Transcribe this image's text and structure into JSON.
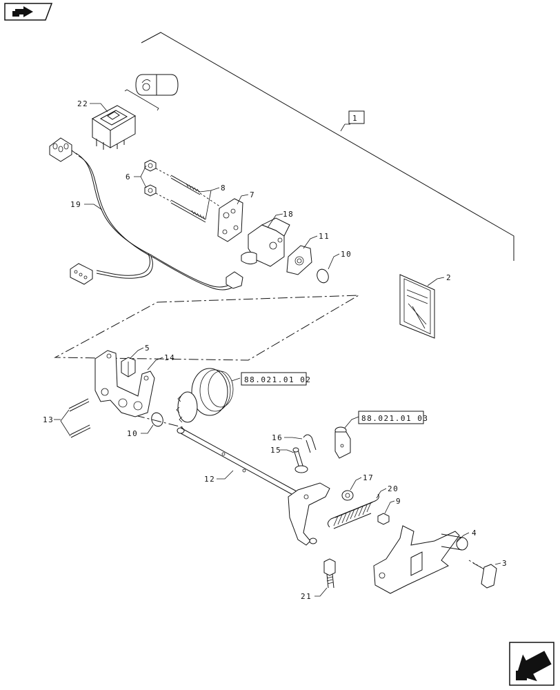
{
  "callouts": [
    {
      "id": "c1",
      "text": "1"
    },
    {
      "id": "c2",
      "text": "2"
    },
    {
      "id": "c3",
      "text": "3"
    },
    {
      "id": "c4",
      "text": "4"
    },
    {
      "id": "c5",
      "text": "5"
    },
    {
      "id": "c6",
      "text": "6"
    },
    {
      "id": "c7",
      "text": "7"
    },
    {
      "id": "c8",
      "text": "8"
    },
    {
      "id": "c9",
      "text": "9"
    },
    {
      "id": "c10a",
      "text": "10"
    },
    {
      "id": "c10b",
      "text": "10"
    },
    {
      "id": "c11",
      "text": "11"
    },
    {
      "id": "c12",
      "text": "12"
    },
    {
      "id": "c13",
      "text": "13"
    },
    {
      "id": "c14",
      "text": "14"
    },
    {
      "id": "c15",
      "text": "15"
    },
    {
      "id": "c16",
      "text": "16"
    },
    {
      "id": "c17",
      "text": "17"
    },
    {
      "id": "c18",
      "text": "18"
    },
    {
      "id": "c19",
      "text": "19"
    },
    {
      "id": "c20",
      "text": "20"
    },
    {
      "id": "c21",
      "text": "21"
    },
    {
      "id": "c22",
      "text": "22"
    }
  ],
  "references": [
    {
      "id": "ref1",
      "text": "88.021.01 02"
    },
    {
      "id": "ref2",
      "text": "88.021.01 03"
    }
  ],
  "nav": {
    "prev_icon": "arrow-right-icon",
    "next_icon": "arrow-down-left-icon"
  }
}
